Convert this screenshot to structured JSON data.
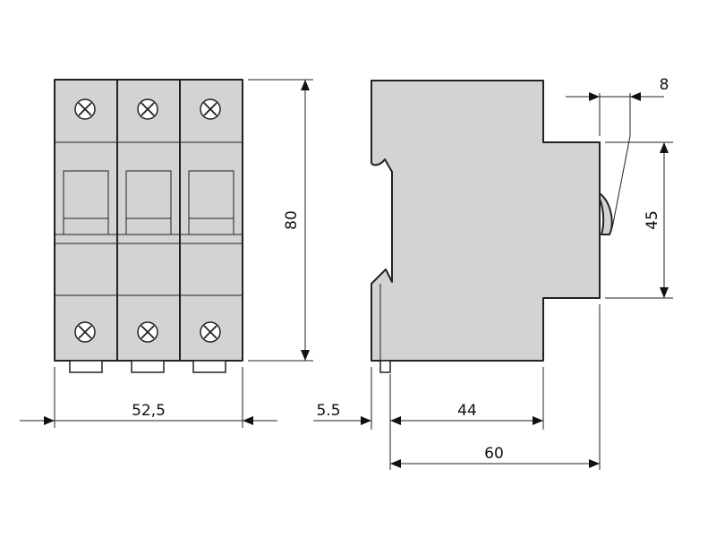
{
  "front_view": {
    "poles": 3,
    "width_label": "52,5",
    "height_label": "80"
  },
  "side_view": {
    "mount_offset_label": "5.5",
    "depth_to_front_label": "44",
    "overall_depth_label": "60",
    "front_height_label": "45",
    "toggle_protrusion_label": "8"
  },
  "colors": {
    "body": "#d3d3d3",
    "outline": "#222222",
    "background": "#ffffff"
  }
}
